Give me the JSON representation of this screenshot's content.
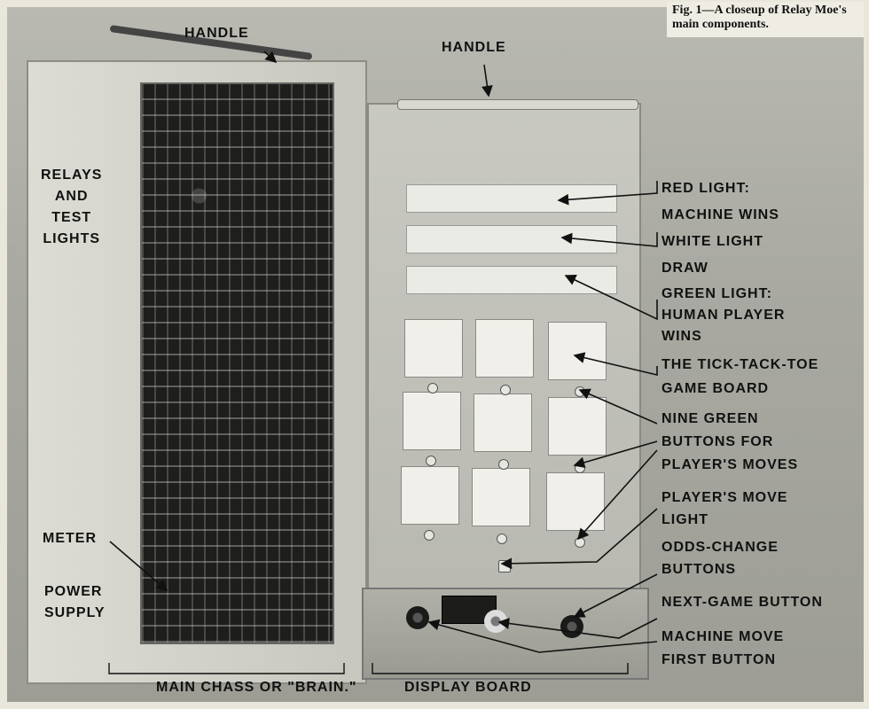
{
  "caption": "Fig. 1—A closeup of Relay Moe's main components.",
  "labels": {
    "handle_left": "HANDLE",
    "handle_right": "HANDLE",
    "relays_1": "RELAYS",
    "relays_2": "AND",
    "relays_3": "TEST",
    "relays_4": "LIGHTS",
    "meter": "METER",
    "power_1": "POWER",
    "power_2": "SUPPLY",
    "red_1": "RED LIGHT:",
    "red_2": "MACHINE WINS",
    "white_1": "WHITE LIGHT",
    "white_2": "DRAW",
    "green_1": "GREEN LIGHT:",
    "green_2": "HUMAN PLAYER",
    "green_3": "WINS",
    "board_1": "THE TICK-TACK-TOE",
    "board_2": "GAME BOARD",
    "buttons_1": "NINE GREEN",
    "buttons_2": "BUTTONS FOR",
    "buttons_3": "PLAYER'S MOVES",
    "move_1": "PLAYER'S MOVE",
    "move_2": "LIGHT",
    "odds_1": "ODDS-CHANGE",
    "odds_2": "BUTTONS",
    "next": "NEXT-GAME BUTTON",
    "machine_1": "MACHINE MOVE",
    "machine_2": "FIRST BUTTON",
    "chassis": "MAIN CHASS OR \"BRAIN.\"",
    "display": "DISPLAY BOARD"
  }
}
